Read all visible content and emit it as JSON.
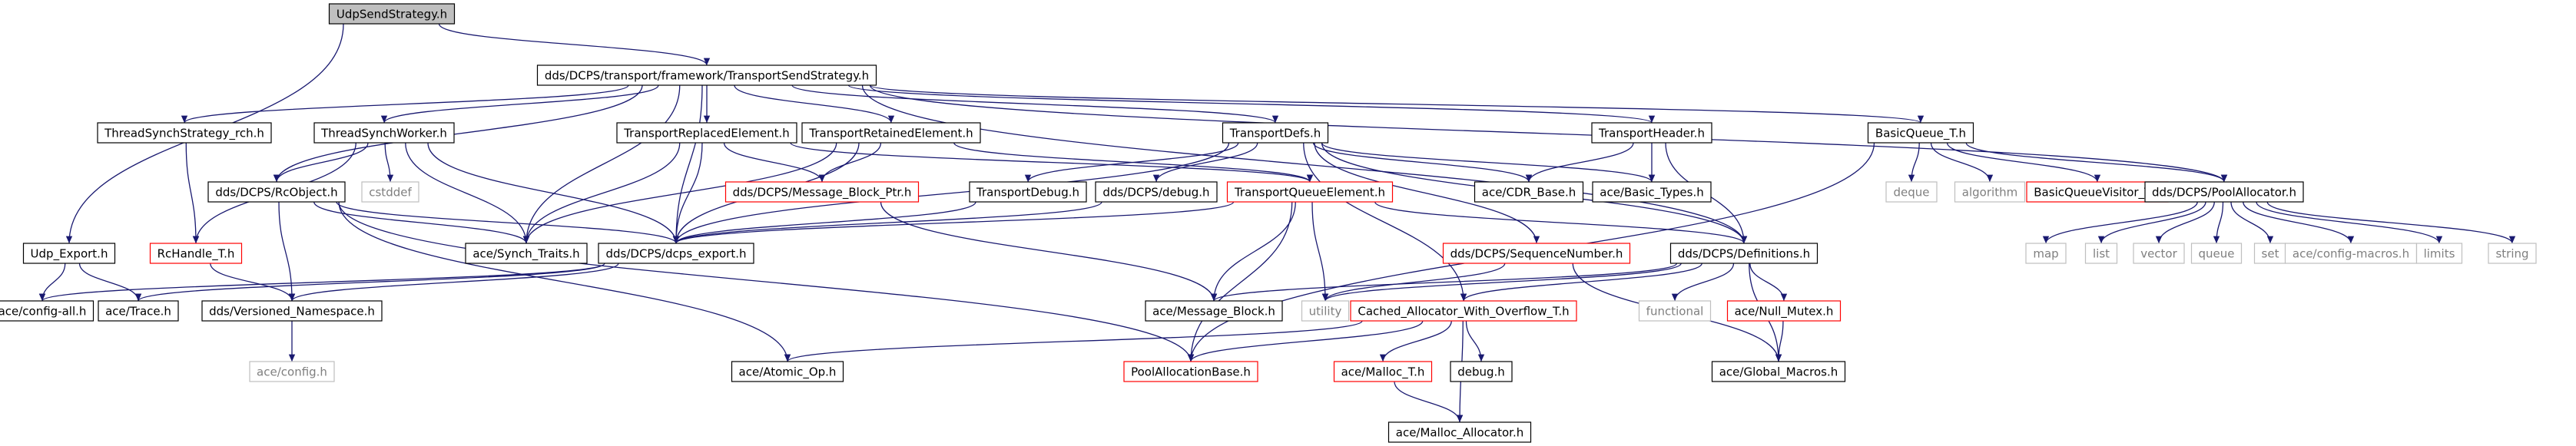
{
  "graph": {
    "colors": {
      "edge": "#191970",
      "root_fill": "#bfbfbf",
      "node_border": "#000000",
      "truncated_border": "#ff0000",
      "external_border": "#bfbfbf",
      "external_text": "#7f7f7f",
      "text": "#000000"
    },
    "nodes": [
      {
        "id": "udpss",
        "label": "UdpSendStrategy.h",
        "kind": "root"
      },
      {
        "id": "tss",
        "label": "dds/DCPS/transport/framework/TransportSendStrategy.h",
        "kind": "normal"
      },
      {
        "id": "udpexp",
        "label": "Udp_Export.h",
        "kind": "normal"
      },
      {
        "id": "tsrch",
        "label": "ThreadSynchStrategy_rch.h",
        "kind": "normal"
      },
      {
        "id": "tsw",
        "label": "ThreadSynchWorker.h",
        "kind": "normal"
      },
      {
        "id": "tre",
        "label": "TransportReplacedElement.h",
        "kind": "normal"
      },
      {
        "id": "trte",
        "label": "TransportRetainedElement.h",
        "kind": "normal"
      },
      {
        "id": "tdefs",
        "label": "TransportDefs.h",
        "kind": "normal"
      },
      {
        "id": "thdr",
        "label": "TransportHeader.h",
        "kind": "normal"
      },
      {
        "id": "bq",
        "label": "BasicQueue_T.h",
        "kind": "normal"
      },
      {
        "id": "rcobj",
        "label": "dds/DCPS/RcObject.h",
        "kind": "normal"
      },
      {
        "id": "cstddef",
        "label": "cstddef",
        "kind": "external"
      },
      {
        "id": "mbp",
        "label": "dds/DCPS/Message_Block_Ptr.h",
        "kind": "truncated"
      },
      {
        "id": "tdebug",
        "label": "TransportDebug.h",
        "kind": "normal"
      },
      {
        "id": "ddsdebug",
        "label": "dds/DCPS/debug.h",
        "kind": "normal"
      },
      {
        "id": "tqe",
        "label": "TransportQueueElement.h",
        "kind": "truncated"
      },
      {
        "id": "cdrb",
        "label": "ace/CDR_Base.h",
        "kind": "normal"
      },
      {
        "id": "bt",
        "label": "ace/Basic_Types.h",
        "kind": "normal"
      },
      {
        "id": "deque",
        "label": "deque",
        "kind": "external"
      },
      {
        "id": "algorithm",
        "label": "algorithm",
        "kind": "external"
      },
      {
        "id": "bqv",
        "label": "BasicQueueVisitor_T.h",
        "kind": "truncated"
      },
      {
        "id": "pa",
        "label": "dds/DCPS/PoolAllocator.h",
        "kind": "normal"
      },
      {
        "id": "rch",
        "label": "RcHandle_T.h",
        "kind": "truncated"
      },
      {
        "id": "synch",
        "label": "ace/Synch_Traits.h",
        "kind": "normal"
      },
      {
        "id": "export",
        "label": "dds/DCPS/dcps_export.h",
        "kind": "normal"
      },
      {
        "id": "seqnum",
        "label": "dds/DCPS/SequenceNumber.h",
        "kind": "truncated"
      },
      {
        "id": "defs",
        "label": "dds/DCPS/Definitions.h",
        "kind": "normal"
      },
      {
        "id": "map",
        "label": "map",
        "kind": "external"
      },
      {
        "id": "list",
        "label": "list",
        "kind": "external"
      },
      {
        "id": "vector",
        "label": "vector",
        "kind": "external"
      },
      {
        "id": "queue",
        "label": "queue",
        "kind": "external"
      },
      {
        "id": "set",
        "label": "set",
        "kind": "external"
      },
      {
        "id": "cfgmac",
        "label": "ace/config-macros.h",
        "kind": "external"
      },
      {
        "id": "limits",
        "label": "limits",
        "kind": "external"
      },
      {
        "id": "string",
        "label": "string",
        "kind": "external"
      },
      {
        "id": "cfgall",
        "label": "ace/config-all.h",
        "kind": "normal"
      },
      {
        "id": "trace",
        "label": "ace/Trace.h",
        "kind": "normal"
      },
      {
        "id": "vns",
        "label": "dds/Versioned_Namespace.h",
        "kind": "normal"
      },
      {
        "id": "msgblk",
        "label": "ace/Message_Block.h",
        "kind": "normal"
      },
      {
        "id": "utility",
        "label": "utility",
        "kind": "external"
      },
      {
        "id": "cawo",
        "label": "Cached_Allocator_With_Overflow_T.h",
        "kind": "truncated"
      },
      {
        "id": "functional",
        "label": "functional",
        "kind": "external"
      },
      {
        "id": "nullmutex",
        "label": "ace/Null_Mutex.h",
        "kind": "truncated"
      },
      {
        "id": "config",
        "label": "ace/config.h",
        "kind": "external"
      },
      {
        "id": "atomic",
        "label": "ace/Atomic_Op.h",
        "kind": "normal"
      },
      {
        "id": "pab",
        "label": "PoolAllocationBase.h",
        "kind": "truncated"
      },
      {
        "id": "malloct",
        "label": "ace/Malloc_T.h",
        "kind": "truncated"
      },
      {
        "id": "debugh",
        "label": "debug.h",
        "kind": "normal"
      },
      {
        "id": "gmac",
        "label": "ace/Global_Macros.h",
        "kind": "normal"
      },
      {
        "id": "mallocalloc",
        "label": "ace/Malloc_Allocator.h",
        "kind": "normal"
      }
    ],
    "edges": [
      [
        "udpss",
        "tss"
      ],
      [
        "udpss",
        "udpexp"
      ],
      [
        "udpexp",
        "cfgall"
      ],
      [
        "udpexp",
        "trace"
      ],
      [
        "tss",
        "tsrch"
      ],
      [
        "tss",
        "tsw"
      ],
      [
        "tss",
        "rcobj"
      ],
      [
        "tss",
        "synch"
      ],
      [
        "tss",
        "export"
      ],
      [
        "tss",
        "tre"
      ],
      [
        "tss",
        "trte"
      ],
      [
        "tss",
        "tdefs"
      ],
      [
        "tss",
        "thdr"
      ],
      [
        "tss",
        "bq"
      ],
      [
        "tss",
        "pa"
      ],
      [
        "tss",
        "defs"
      ],
      [
        "tsrch",
        "rch"
      ],
      [
        "tsw",
        "rch"
      ],
      [
        "tsw",
        "rcobj"
      ],
      [
        "tsw",
        "cstddef"
      ],
      [
        "tsw",
        "synch"
      ],
      [
        "tsw",
        "export"
      ],
      [
        "rcobj",
        "synch"
      ],
      [
        "rcobj",
        "export"
      ],
      [
        "rcobj",
        "vns"
      ],
      [
        "rcobj",
        "atomic"
      ],
      [
        "rcobj",
        "pab"
      ],
      [
        "rch",
        "vns"
      ],
      [
        "tre",
        "tqe"
      ],
      [
        "tre",
        "mbp"
      ],
      [
        "tre",
        "export"
      ],
      [
        "tre",
        "synch"
      ],
      [
        "trte",
        "tqe"
      ],
      [
        "trte",
        "mbp"
      ],
      [
        "trte",
        "export"
      ],
      [
        "trte",
        "synch"
      ],
      [
        "tdefs",
        "tdebug"
      ],
      [
        "tdefs",
        "ddsdebug"
      ],
      [
        "tdefs",
        "cdrb"
      ],
      [
        "tdefs",
        "bt"
      ],
      [
        "tdefs",
        "cawo"
      ],
      [
        "tdefs",
        "defs"
      ],
      [
        "tdefs",
        "export"
      ],
      [
        "tdefs",
        "seqnum"
      ],
      [
        "thdr",
        "cdrb"
      ],
      [
        "thdr",
        "bt"
      ],
      [
        "thdr",
        "defs"
      ],
      [
        "tdebug",
        "export"
      ],
      [
        "ddsdebug",
        "export"
      ],
      [
        "tqe",
        "msgblk"
      ],
      [
        "tqe",
        "utility"
      ],
      [
        "tqe",
        "pab"
      ],
      [
        "tqe",
        "defs"
      ],
      [
        "tqe",
        "export"
      ],
      [
        "mbp",
        "msgblk"
      ],
      [
        "bq",
        "deque"
      ],
      [
        "bq",
        "algorithm"
      ],
      [
        "bq",
        "bqv"
      ],
      [
        "bq",
        "pa"
      ],
      [
        "bq",
        "pab"
      ],
      [
        "pa",
        "map"
      ],
      [
        "pa",
        "list"
      ],
      [
        "pa",
        "vector"
      ],
      [
        "pa",
        "queue"
      ],
      [
        "pa",
        "set"
      ],
      [
        "pa",
        "cfgmac"
      ],
      [
        "pa",
        "limits"
      ],
      [
        "pa",
        "string"
      ],
      [
        "export",
        "cfgall"
      ],
      [
        "export",
        "vns"
      ],
      [
        "export",
        "trace"
      ],
      [
        "vns",
        "config"
      ],
      [
        "seqnum",
        "utility"
      ],
      [
        "seqnum",
        "gmac"
      ],
      [
        "defs",
        "msgblk"
      ],
      [
        "defs",
        "cawo"
      ],
      [
        "defs",
        "functional"
      ],
      [
        "defs",
        "nullmutex"
      ],
      [
        "defs",
        "gmac"
      ],
      [
        "defs",
        "utility"
      ],
      [
        "nullmutex",
        "gmac"
      ],
      [
        "cawo",
        "atomic"
      ],
      [
        "cawo",
        "pab"
      ],
      [
        "cawo",
        "malloct"
      ],
      [
        "cawo",
        "debugh"
      ],
      [
        "cawo",
        "mallocalloc"
      ],
      [
        "malloct",
        "mallocalloc"
      ]
    ]
  }
}
